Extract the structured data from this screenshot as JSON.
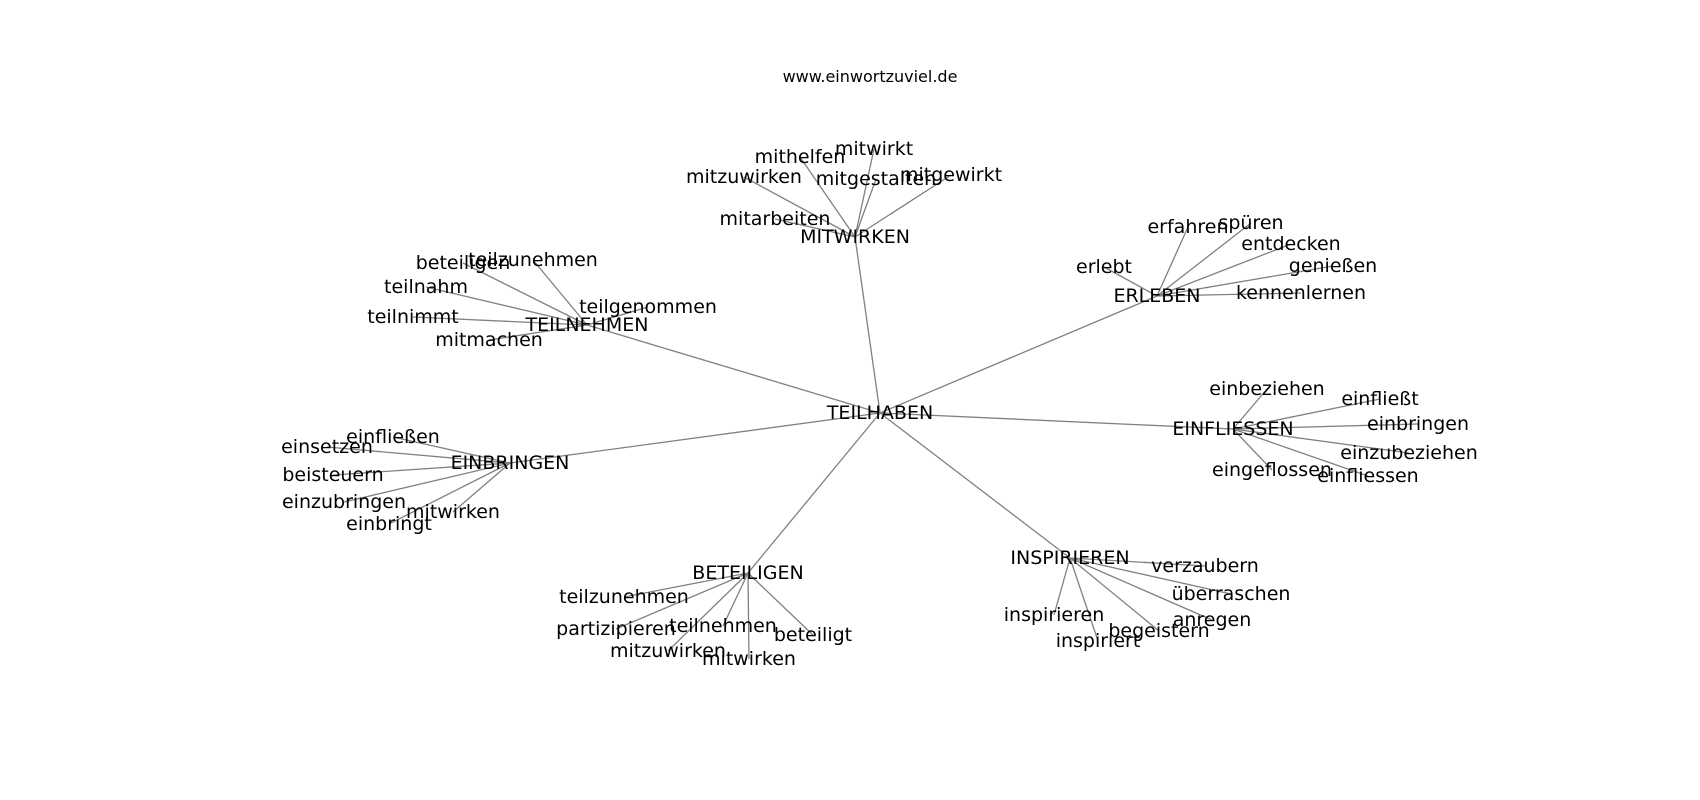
{
  "header": {
    "source": "www.einwortzuviel.de"
  },
  "graph": {
    "root": "TEILHABEN",
    "clusters": [
      {
        "hub": "MITWIRKEN",
        "leaves": [
          "mithelfen",
          "mitwirkt",
          "mitzuwirken",
          "mitgestalten",
          "mitgewirkt",
          "mitarbeiten"
        ]
      },
      {
        "hub": "ERLEBEN",
        "leaves": [
          "erfahren",
          "spüren",
          "entdecken",
          "erlebt",
          "genießen",
          "kennenlernen"
        ]
      },
      {
        "hub": "TEILNEHMEN",
        "leaves": [
          "teilzunehmen",
          "beteiligen",
          "teilnahm",
          "teilgenommen",
          "teilnimmt",
          "mitmachen"
        ]
      },
      {
        "hub": "EINFLIESSEN",
        "leaves": [
          "einbeziehen",
          "einfließt",
          "einbringen",
          "einzubeziehen",
          "eingeflossen",
          "einfliessen"
        ]
      },
      {
        "hub": "EINBRINGEN",
        "leaves": [
          "einfließen",
          "einsetzen",
          "beisteuern",
          "einzubringen",
          "mitwirken",
          "einbringt"
        ]
      },
      {
        "hub": "INSPIRIEREN",
        "leaves": [
          "verzaubern",
          "überraschen",
          "anregen",
          "begeistern",
          "inspirieren",
          "inspiriert"
        ]
      },
      {
        "hub": "BETEILIGEN",
        "leaves": [
          "teilzunehmen",
          "partizipieren",
          "teilnehmen",
          "beteiligt",
          "mitzuwirken",
          "mitwirken"
        ]
      }
    ]
  }
}
